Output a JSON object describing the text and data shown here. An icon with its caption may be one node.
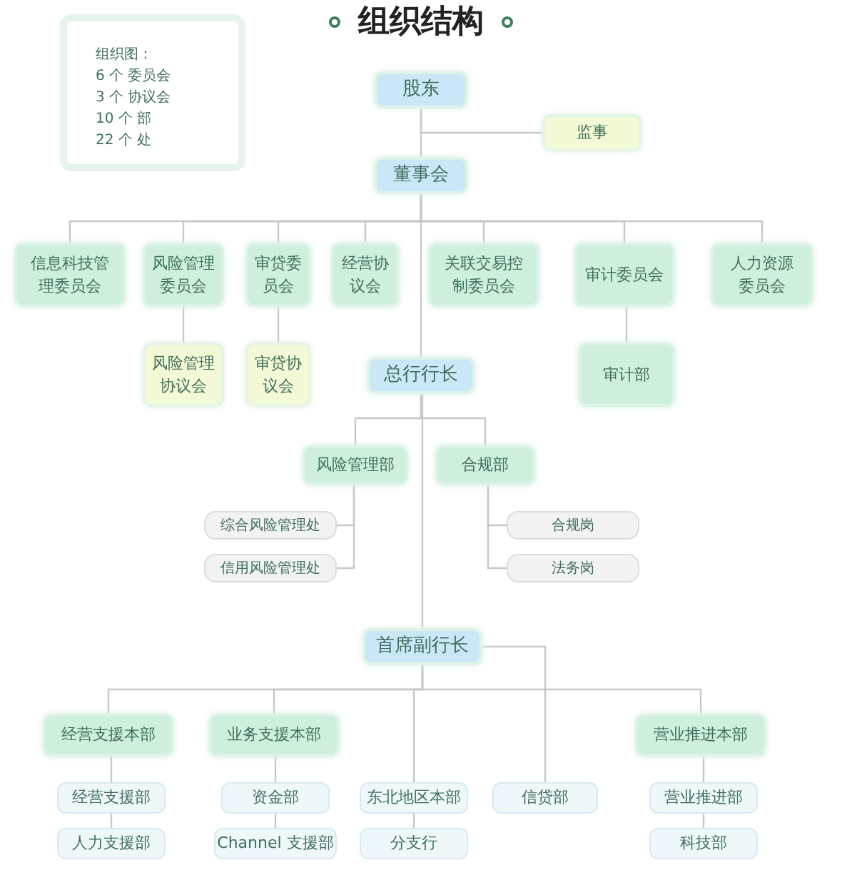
{
  "diagram": {
    "title": "组织结构",
    "nodes": [
      {
        "text": [
          "组织图：",
          "6 个 委员会",
          "3 个 协议会",
          "10 个 部",
          "22 个 处"
        ]
      },
      {
        "text": [
          "股东"
        ]
      },
      {
        "text": [
          "监事"
        ]
      },
      {
        "text": [
          "董事会"
        ]
      },
      {
        "text": [
          "信息科技管理委员会"
        ]
      },
      {
        "text": [
          "风险管理委员会"
        ]
      },
      {
        "text": [
          "审贷委员会"
        ]
      },
      {
        "text": [
          "经营协议会"
        ]
      },
      {
        "text": [
          "关联交易控制委员会"
        ]
      },
      {
        "text": [
          "审计委员会"
        ]
      },
      {
        "text": [
          "人力资源委员会"
        ]
      },
      {
        "text": [
          "风险管理协议会"
        ]
      },
      {
        "text": [
          "审贷协议会"
        ]
      },
      {
        "text": [
          "审计部"
        ]
      },
      {
        "text": [
          "总行行长"
        ]
      },
      {
        "text": [
          "风险管理部"
        ]
      },
      {
        "text": [
          "合规部"
        ]
      },
      {
        "text": [
          "综合风险管理处"
        ]
      },
      {
        "text": [
          "合规岗"
        ]
      },
      {
        "text": [
          "信用风险管理处"
        ]
      },
      {
        "text": [
          "法务岗"
        ]
      },
      {
        "text": [
          "首席副行长"
        ]
      },
      {
        "text": [
          "经营支援本部"
        ]
      },
      {
        "text": [
          "业务支援本部"
        ]
      },
      {
        "text": [
          "营业推进本部"
        ]
      },
      {
        "text": [
          "经营支援部"
        ]
      },
      {
        "text": [
          "资金部"
        ]
      },
      {
        "text": [
          "东北地区本部"
        ]
      },
      {
        "text": [
          "信贷部"
        ]
      },
      {
        "text": [
          "营业推进部"
        ]
      },
      {
        "text": [
          "人力支援部"
        ]
      },
      {
        "text": [
          "Channel 支援部"
        ]
      },
      {
        "text": [
          "分支行"
        ]
      },
      {
        "text": [
          "科技部"
        ]
      }
    ],
    "edges": [
      {
        "from": 1,
        "to": 3,
        "arrow": "none"
      },
      {
        "from": 1,
        "to": 2,
        "arrow": "none"
      },
      {
        "from": 3,
        "to": 4,
        "arrow": "none"
      },
      {
        "from": 3,
        "to": 5,
        "arrow": "none"
      },
      {
        "from": 3,
        "to": 6,
        "arrow": "none"
      },
      {
        "from": 3,
        "to": 7,
        "arrow": "none"
      },
      {
        "from": 3,
        "to": 8,
        "arrow": "none"
      },
      {
        "from": 3,
        "to": 9,
        "arrow": "none"
      },
      {
        "from": 3,
        "to": 10,
        "arrow": "none"
      },
      {
        "from": 5,
        "to": 11,
        "arrow": "none"
      },
      {
        "from": 6,
        "to": 12,
        "arrow": "none"
      },
      {
        "from": 9,
        "to": 13,
        "arrow": "none"
      },
      {
        "from": 3,
        "to": 14,
        "arrow": "none"
      },
      {
        "from": 14,
        "to": 15,
        "arrow": "none"
      },
      {
        "from": 14,
        "to": 16,
        "arrow": "none"
      },
      {
        "from": 15,
        "to": 17,
        "arrow": "none"
      },
      {
        "from": 15,
        "to": 19,
        "arrow": "none"
      },
      {
        "from": 16,
        "to": 18,
        "arrow": "none"
      },
      {
        "from": 16,
        "to": 20,
        "arrow": "none"
      },
      {
        "from": 14,
        "to": 21,
        "arrow": "none"
      },
      {
        "from": 21,
        "to": 22,
        "arrow": "none"
      },
      {
        "from": 21,
        "to": 23,
        "arrow": "none"
      },
      {
        "from": 21,
        "to": 27,
        "arrow": "none"
      },
      {
        "from": 21,
        "to": 28,
        "arrow": "none"
      },
      {
        "from": 21,
        "to": 24,
        "arrow": "none"
      },
      {
        "from": 22,
        "to": 25,
        "arrow": "none"
      },
      {
        "from": 25,
        "to": 30,
        "arrow": "none"
      },
      {
        "from": 23,
        "to": 26,
        "arrow": "none"
      },
      {
        "from": 26,
        "to": 31,
        "arrow": "none"
      },
      {
        "from": 27,
        "to": 32,
        "arrow": "none"
      },
      {
        "from": 24,
        "to": 29,
        "arrow": "none"
      },
      {
        "from": 29,
        "to": 33,
        "arrow": "none"
      }
    ]
  }
}
